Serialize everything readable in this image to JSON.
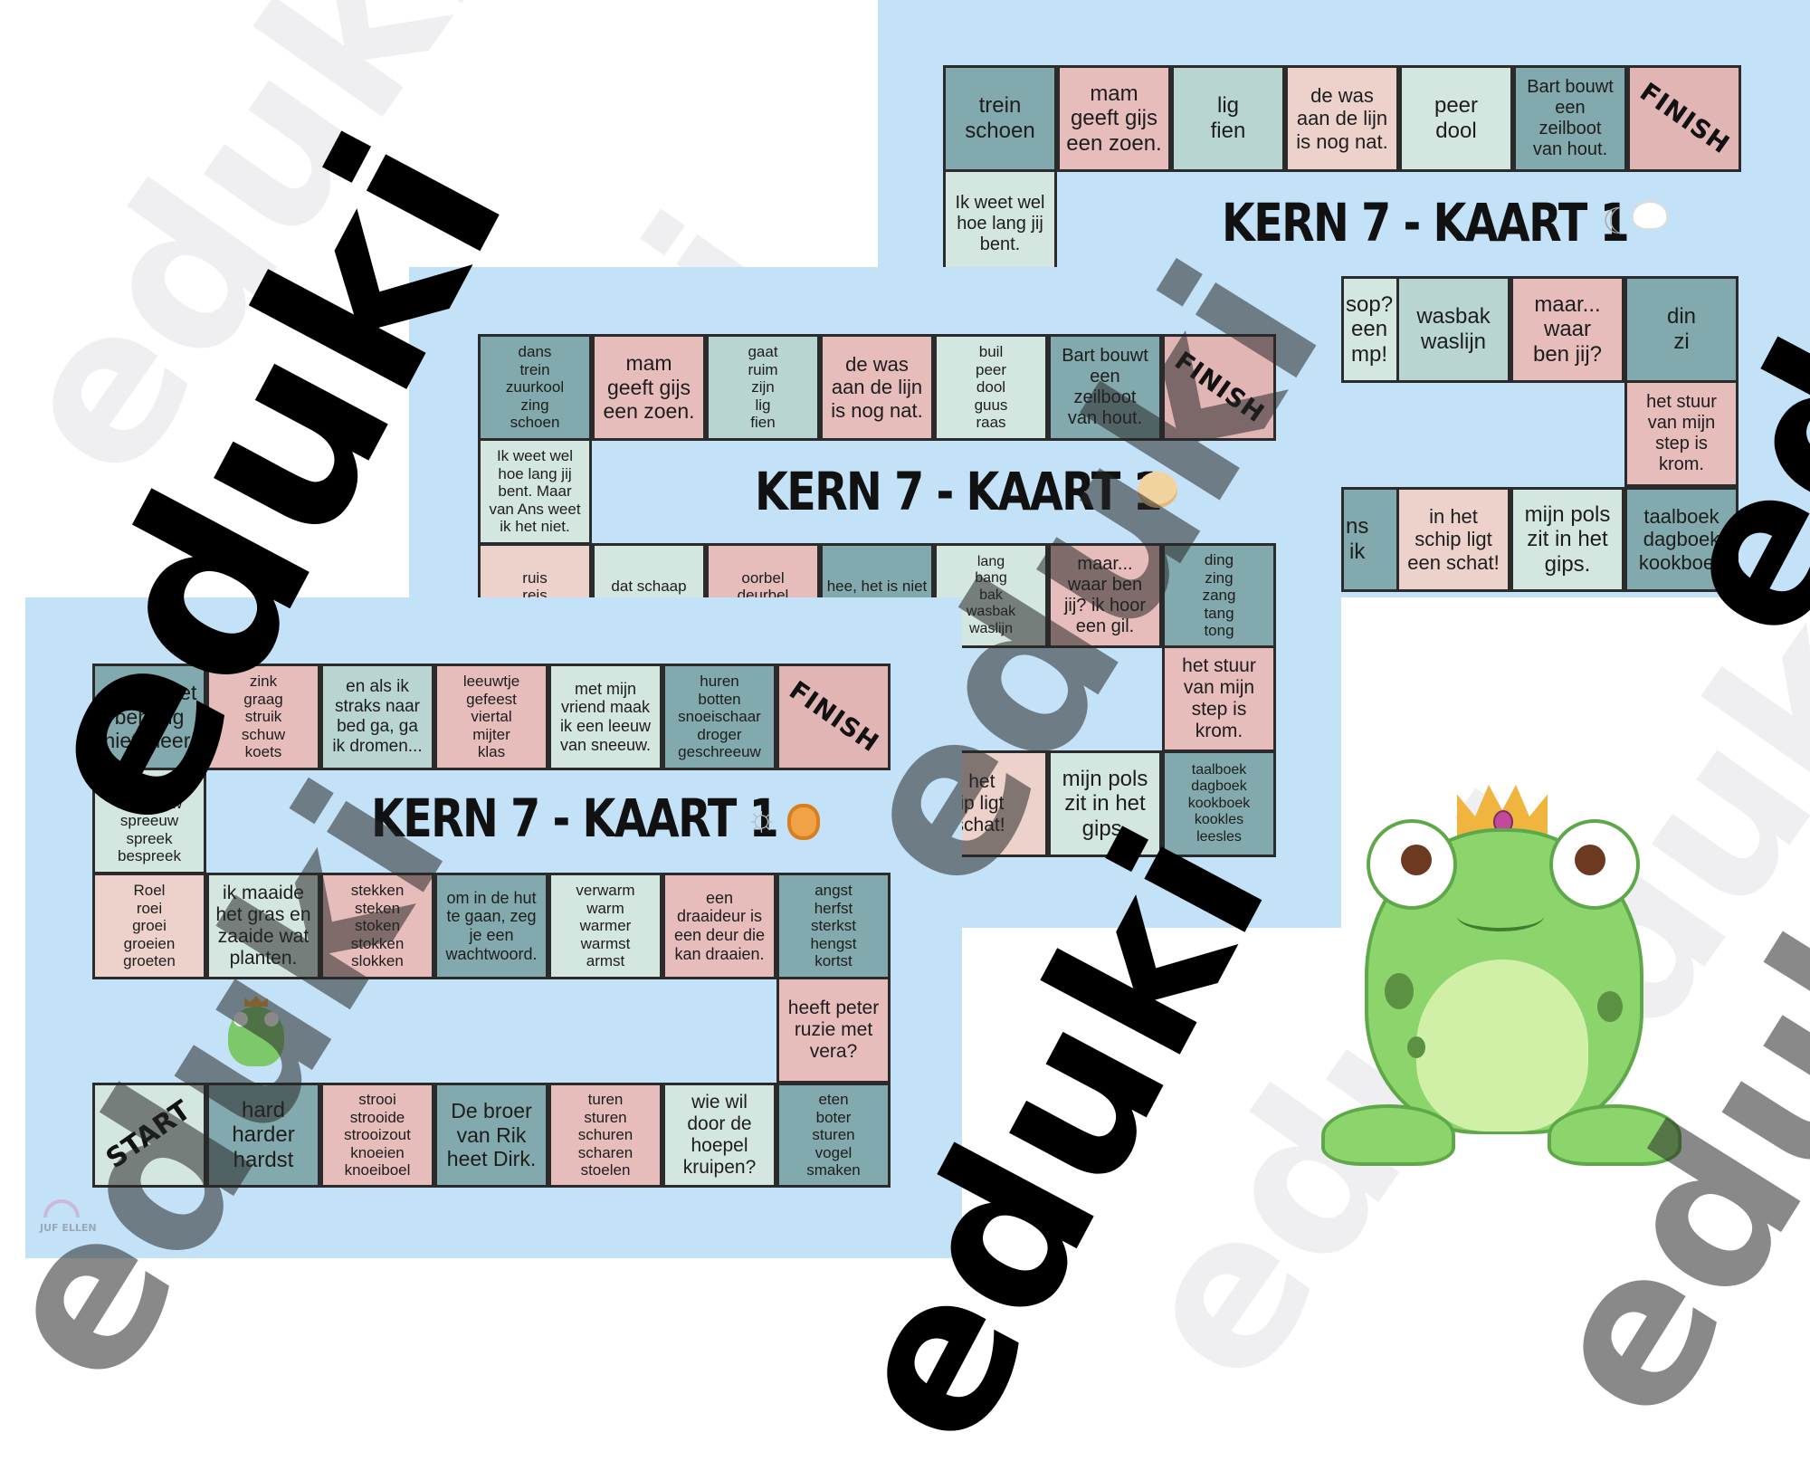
{
  "watermark_text": "eduki",
  "colors": {
    "board_bg": "#c3e2f8",
    "teal": "#82a9ad",
    "pink": "#e6bdbb",
    "mint": "#d4e6e0",
    "finish": "#e2b5b5"
  },
  "board_labels": {
    "finish": "FINISH",
    "start": "START"
  },
  "front_board": {
    "title": "KERN 7 - KAART 1",
    "icons": [
      "sun-icon",
      "tiger-icon",
      "frog-icon"
    ],
    "row1": [
      "ze ziet het\nbehang\nniet meer.",
      "zink\ngraag\nstruik\nschuw\nkoets",
      "en als ik\nstraks naar\nbed ga, ga\nik dromen...",
      "leeuwtje\ngefeest\nviertal\nmijter\nklas",
      "met mijn\nvriend maak\nik een leeuw\nvan sneeuw.",
      "huren\nbotten\nsnoeischaar\ndroger\ngeschreeuw"
    ],
    "left_connector": "geschreeuw\nschreeuw\nspreeuw\nspreek\nbespreek",
    "row2": [
      "Roel\nroei\ngroei\ngroeien\ngroeten",
      "ik maaide\nhet gras en\nzaaide wat\nplanten.",
      "stekken\nsteken\nstoken\nstokken\nslokken",
      "om in de hut\nte gaan, zeg\nje een\nwachtwoord.",
      "verwarm\nwarm\nwarmer\nwarmst\narmst",
      "een\ndraaideur is\neen deur die\nkan draaien.",
      "angst\nherfst\nsterkst\nhengst\nkortst"
    ],
    "right_connector": "heeft peter\nruzie met\nvera?",
    "row3": [
      "hard\nharder\nhardst",
      "strooi\nstrooide\nstrooizout\nknoeien\nknoeiboel",
      "De broer\nvan Rik\nheet Dirk.",
      "turen\nsturen\nschuren\nscharen\nstoelen",
      "wie wil\ndoor de\nhoepel\nkruipen?",
      "eten\nboter\nsturen\nvogel\nsmaken"
    ],
    "credit": "JUF ELLEN"
  },
  "middle_board": {
    "title": "KERN 7 - KAART 1",
    "icons": [
      "bear-icon"
    ],
    "row1": [
      "dans\ntrein\nzuurkool\nzing\nschoen",
      "mam\ngeeft gijs\neen zoen.",
      "gaat\nruim\nzijn\nlig\nfien",
      "de was\naan de lijn\nis nog nat.",
      "buil\npeer\ndool\nguus\nraas",
      "Bart bouwt\neen\nzeilboot\nvan hout."
    ],
    "left_connector": "Ik weet wel\nhoe lang jij\nbent. Maar\nvan Ans weet\nik het niet.",
    "row2_visible": [
      "ruis\nreis\nreit",
      "dat schaap\nkijkt scheel.",
      "oorbel\ndeurbel\nzeilboot",
      "hee, het is niet\nhier!",
      "lang\nbang\nbak\nwasbak\nwaslijn",
      "maar...\nwaar ben\njij? ik hoor\neen gil.",
      "ding\nzing\nzang\ntang\ntong"
    ],
    "right_connector": "het stuur\nvan mijn\nstep is\nkrom.",
    "row3_visible": [
      "in het\nchip ligt\nn schat!",
      "mijn pols\nzit in het\ngips.",
      "taalboek\ndagboek\nkookboek\nkookles\nleesles"
    ]
  },
  "back_board": {
    "title": "KERN 7 - KAART 1",
    "icons": [
      "moon-icon",
      "seal-icon"
    ],
    "row1": [
      "trein\nschoen",
      "mam\ngeeft gijs\neen zoen.",
      "lig\nfien",
      "de was\naan de lijn\nis nog nat.",
      "peer\ndool",
      "Bart bouwt\neen\nzeilboot\nvan hout."
    ],
    "left_connector": "Ik weet wel\nhoe lang jij\nbent.",
    "row2_visible": [
      "sop?\neen\nmp!",
      "wasbak\nwaslijn",
      "maar...\nwaar\nben jij?",
      "din\nzi"
    ],
    "right_connector": "het stuur\nvan mijn\nstep is\nkrom.",
    "row3_visible": [
      "ns\nik",
      "in het\nschip ligt\neen schat!",
      "mijn pols\nzit in het\ngips.",
      "taalboek\ndagboek\nkookboek"
    ]
  }
}
